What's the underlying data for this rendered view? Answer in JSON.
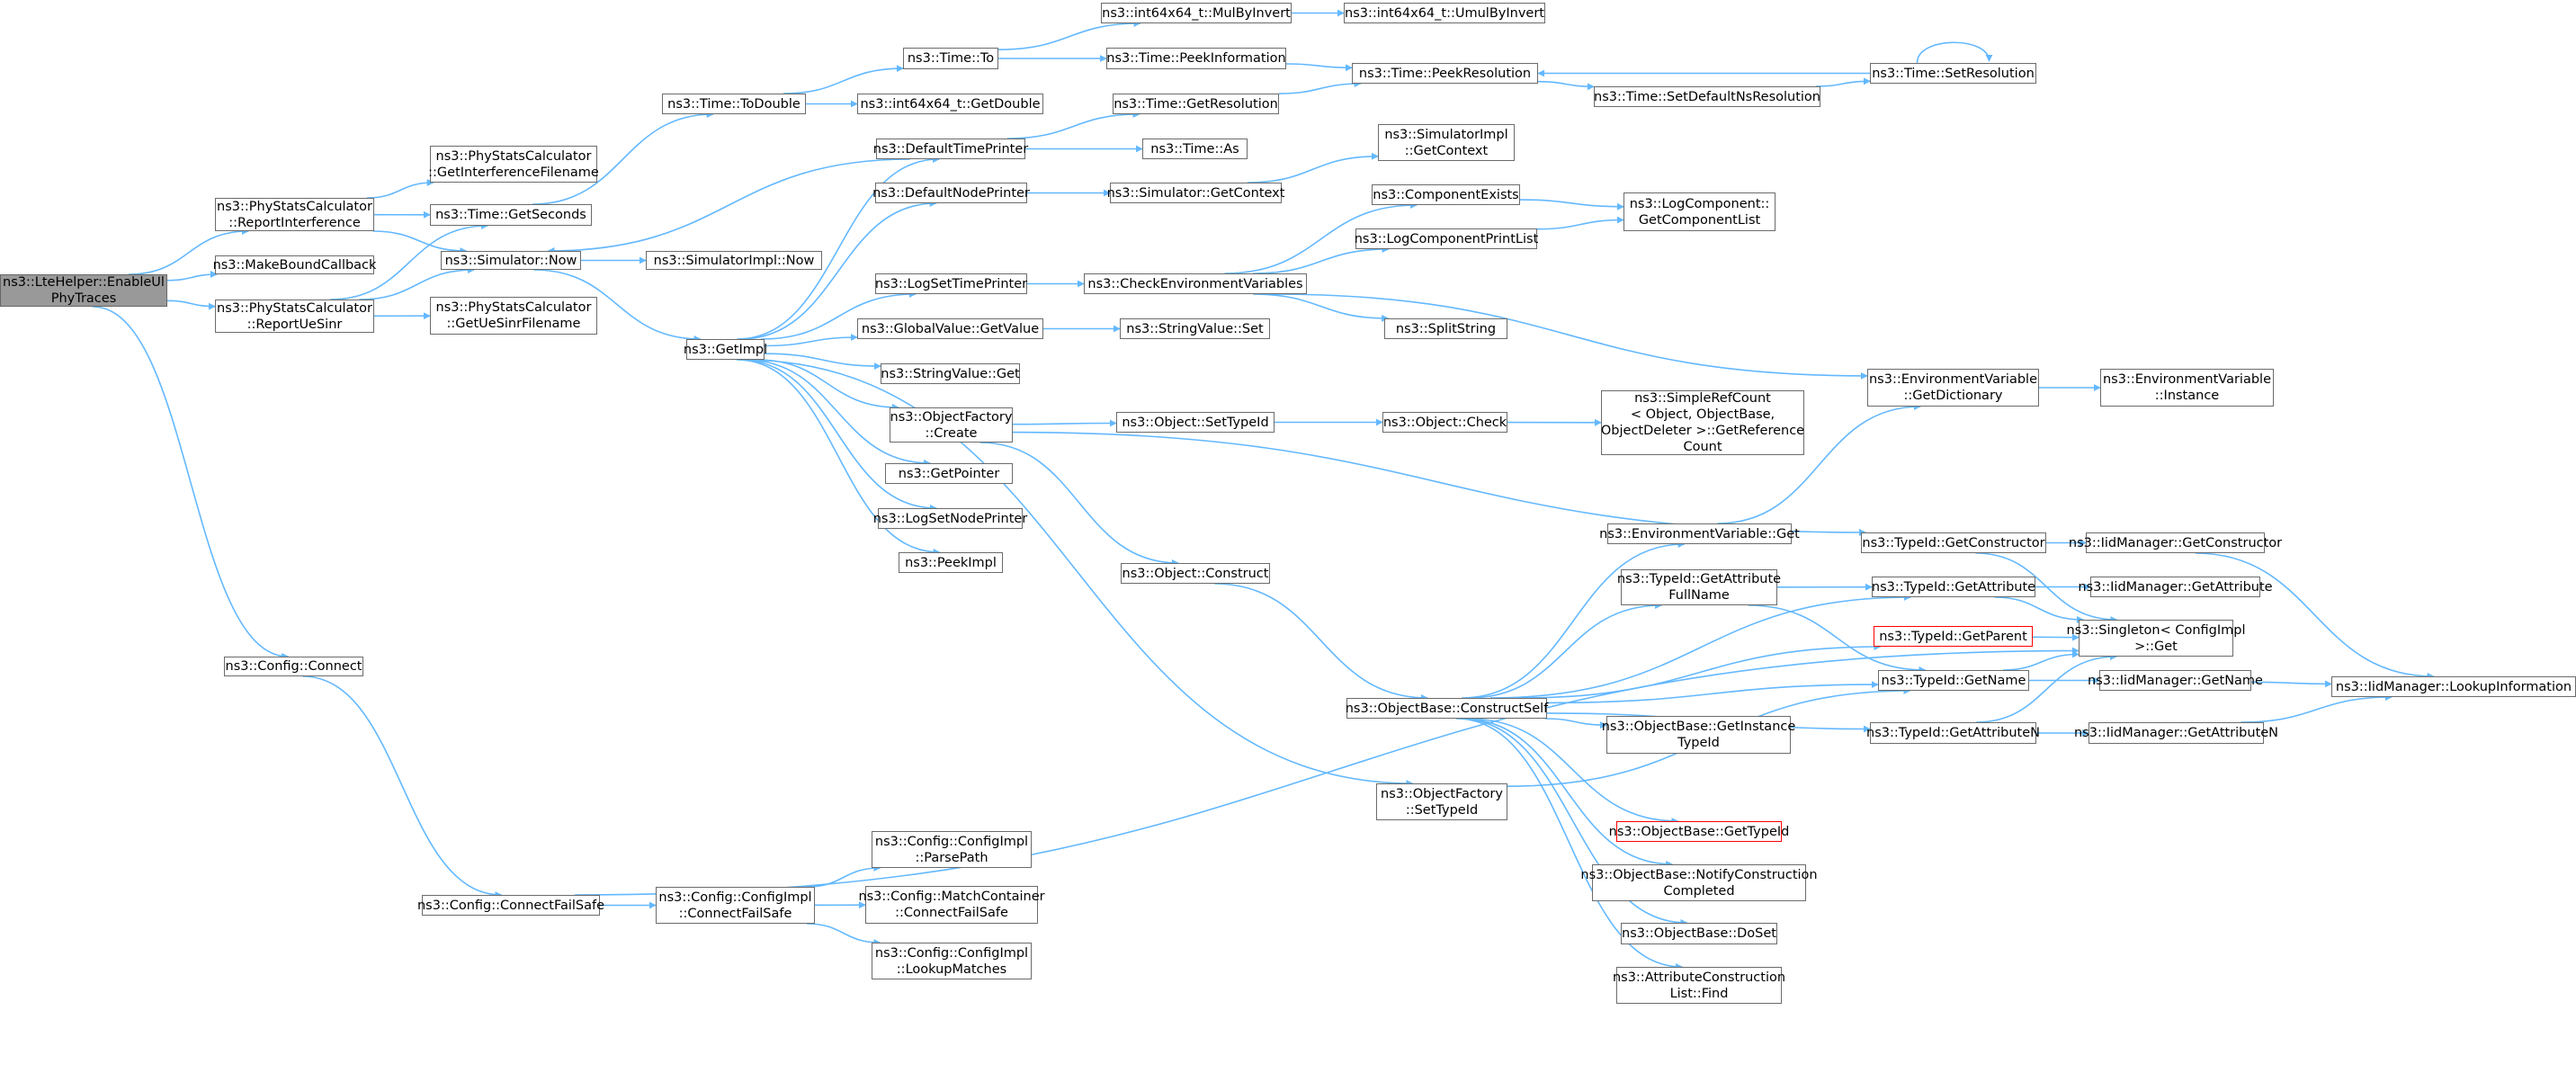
{
  "colors": {
    "edge": "#63b8ff",
    "node_border": "#666666",
    "node_fill": "#ffffff",
    "root_fill": "#999999",
    "truncated_border": "#ff0000"
  },
  "nodes": {
    "root": [
      "ns3::LteHelper::EnableUl",
      "PhyTraces"
    ],
    "psc_report_interference": [
      "ns3::PhyStatsCalculator",
      "::ReportInterference"
    ],
    "make_bound_callback": [
      "ns3::MakeBoundCallback"
    ],
    "psc_report_ue_sinr": [
      "ns3::PhyStatsCalculator",
      "::ReportUeSinr"
    ],
    "config_connect": [
      "ns3::Config::Connect"
    ],
    "psc_get_interference_filename": [
      "ns3::PhyStatsCalculator",
      "::GetInterferenceFilename"
    ],
    "time_get_seconds": [
      "ns3::Time::GetSeconds"
    ],
    "simulator_now": [
      "ns3::Simulator::Now"
    ],
    "psc_get_ue_sinr_filename": [
      "ns3::PhyStatsCalculator",
      "::GetUeSinrFilename"
    ],
    "time_to_double": [
      "ns3::Time::ToDouble"
    ],
    "simulator_impl_now": [
      "ns3::SimulatorImpl::Now"
    ],
    "get_impl": [
      "ns3::GetImpl"
    ],
    "config_connect_fail_safe": [
      "ns3::Config::ConnectFailSafe"
    ],
    "time_to": [
      "ns3::Time::To"
    ],
    "int64_get_double": [
      "ns3::int64x64_t::GetDouble"
    ],
    "default_time_printer": [
      "ns3::DefaultTimePrinter"
    ],
    "default_node_printer": [
      "ns3::DefaultNodePrinter"
    ],
    "log_set_time_printer": [
      "ns3::LogSetTimePrinter"
    ],
    "global_value_get_value": [
      "ns3::GlobalValue::GetValue"
    ],
    "string_value_get": [
      "ns3::StringValue::Get"
    ],
    "object_factory_create": [
      "ns3::ObjectFactory",
      "::Create"
    ],
    "get_pointer": [
      "ns3::GetPointer"
    ],
    "log_set_node_printer": [
      "ns3::LogSetNodePrinter"
    ],
    "peek_impl": [
      "ns3::PeekImpl"
    ],
    "config_impl_connect_fail_safe": [
      "ns3::Config::ConfigImpl",
      "::ConnectFailSafe"
    ],
    "config_impl_parse_path": [
      "ns3::Config::ConfigImpl",
      "::ParsePath"
    ],
    "match_container_connect_fail_safe": [
      "ns3::Config::MatchContainer",
      "::ConnectFailSafe"
    ],
    "config_impl_lookup_matches": [
      "ns3::Config::ConfigImpl",
      "::LookupMatches"
    ],
    "int64_mul_by_invert": [
      "ns3::int64x64_t::MulByInvert"
    ],
    "time_peek_information": [
      "ns3::Time::PeekInformation"
    ],
    "time_get_resolution": [
      "ns3::Time::GetResolution"
    ],
    "time_as": [
      "ns3::Time::As"
    ],
    "simulator_get_context": [
      "ns3::Simulator::GetContext"
    ],
    "check_environment_variables": [
      "ns3::CheckEnvironmentVariables"
    ],
    "string_value_set": [
      "ns3::StringValue::Set"
    ],
    "object_set_type_id": [
      "ns3::Object::SetTypeId"
    ],
    "object_construct": [
      "ns3::Object::Construct"
    ],
    "object_factory_set_type_id": [
      "ns3::ObjectFactory",
      "::SetTypeId"
    ],
    "int64_umul_by_invert": [
      "ns3::int64x64_t::UmulByInvert"
    ],
    "time_peek_resolution": [
      "ns3::Time::PeekResolution"
    ],
    "simulator_impl_get_context": [
      "ns3::SimulatorImpl",
      "::GetContext"
    ],
    "component_exists": [
      "ns3::ComponentExists"
    ],
    "log_component_print_list": [
      "ns3::LogComponentPrintList"
    ],
    "split_string": [
      "ns3::SplitString"
    ],
    "object_check": [
      "ns3::Object::Check"
    ],
    "simple_ref_count_get_reference_count": [
      "ns3::SimpleRefCount",
      "< Object, ObjectBase,",
      "ObjectDeleter >::GetReference",
      "Count"
    ],
    "object_base_construct_self": [
      "ns3::ObjectBase::ConstructSelf"
    ],
    "time_set_default_ns_resolution": [
      "ns3::Time::SetDefaultNsResolution"
    ],
    "time_set_resolution": [
      "ns3::Time::SetResolution"
    ],
    "log_component_get_component_list": [
      "ns3::LogComponent::",
      "GetComponentList"
    ],
    "environment_variable_get": [
      "ns3::EnvironmentVariable::Get"
    ],
    "type_id_get_attribute_full_name": [
      "ns3::TypeId::GetAttribute",
      "FullName"
    ],
    "type_id_get_parent": [
      "ns3::TypeId::GetParent"
    ],
    "type_id_get_name": [
      "ns3::TypeId::GetName"
    ],
    "type_id_get_attribute_n": [
      "ns3::TypeId::GetAttributeN"
    ],
    "object_base_get_instance_type_id": [
      "ns3::ObjectBase::GetInstance",
      "TypeId"
    ],
    "object_base_get_type_id": [
      "ns3::ObjectBase::GetTypeId"
    ],
    "object_base_notify_construction_completed": [
      "ns3::ObjectBase::NotifyConstruction",
      "Completed"
    ],
    "object_base_do_set": [
      "ns3::ObjectBase::DoSet"
    ],
    "attribute_construction_list_find": [
      "ns3::AttributeConstruction",
      "List::Find"
    ],
    "environment_variable_get_dictionary": [
      "ns3::EnvironmentVariable",
      "::GetDictionary"
    ],
    "type_id_get_constructor": [
      "ns3::TypeId::GetConstructor"
    ],
    "type_id_get_attribute": [
      "ns3::TypeId::GetAttribute"
    ],
    "singleton_config_impl_get": [
      "ns3::Singleton< ConfigImpl",
      " >::Get"
    ],
    "environment_variable_instance": [
      "ns3::EnvironmentVariable",
      "::Instance"
    ],
    "iid_manager_get_constructor": [
      "ns3::IidManager::GetConstructor"
    ],
    "iid_manager_get_attribute": [
      "ns3::IidManager::GetAttribute"
    ],
    "iid_manager_get_name": [
      "ns3::IidManager::GetName"
    ],
    "iid_manager_get_attribute_n": [
      "ns3::IidManager::GetAttributeN"
    ],
    "iid_manager_lookup_information": [
      "ns3::IidManager::LookupInformation"
    ]
  },
  "edges": [
    [
      "root",
      "psc_report_interference"
    ],
    [
      "root",
      "make_bound_callback"
    ],
    [
      "root",
      "psc_report_ue_sinr"
    ],
    [
      "root",
      "config_connect"
    ],
    [
      "psc_report_interference",
      "psc_get_interference_filename"
    ],
    [
      "psc_report_interference",
      "time_get_seconds"
    ],
    [
      "psc_report_interference",
      "simulator_now"
    ],
    [
      "psc_report_ue_sinr",
      "time_get_seconds"
    ],
    [
      "psc_report_ue_sinr",
      "simulator_now"
    ],
    [
      "psc_report_ue_sinr",
      "psc_get_ue_sinr_filename"
    ],
    [
      "time_get_seconds",
      "time_to_double"
    ],
    [
      "time_to_double",
      "time_to"
    ],
    [
      "time_to_double",
      "int64_get_double"
    ],
    [
      "time_to",
      "int64_mul_by_invert"
    ],
    [
      "time_to",
      "time_peek_information"
    ],
    [
      "int64_mul_by_invert",
      "int64_umul_by_invert"
    ],
    [
      "time_peek_information",
      "time_peek_resolution"
    ],
    [
      "time_get_resolution",
      "time_peek_resolution"
    ],
    [
      "time_peek_resolution",
      "time_set_default_ns_resolution"
    ],
    [
      "time_set_default_ns_resolution",
      "time_set_resolution"
    ],
    [
      "time_set_resolution",
      "time_peek_resolution"
    ],
    [
      "time_set_resolution",
      "time_set_resolution"
    ],
    [
      "simulator_now",
      "simulator_impl_now"
    ],
    [
      "simulator_now",
      "get_impl"
    ],
    [
      "get_impl",
      "default_time_printer"
    ],
    [
      "get_impl",
      "default_node_printer"
    ],
    [
      "get_impl",
      "log_set_time_printer"
    ],
    [
      "get_impl",
      "global_value_get_value"
    ],
    [
      "get_impl",
      "string_value_get"
    ],
    [
      "get_impl",
      "object_factory_create"
    ],
    [
      "get_impl",
      "get_pointer"
    ],
    [
      "get_impl",
      "log_set_node_printer"
    ],
    [
      "get_impl",
      "peek_impl"
    ],
    [
      "get_impl",
      "object_factory_set_type_id"
    ],
    [
      "default_time_printer",
      "simulator_now"
    ],
    [
      "default_time_printer",
      "time_get_resolution"
    ],
    [
      "default_time_printer",
      "time_as"
    ],
    [
      "default_node_printer",
      "simulator_get_context"
    ],
    [
      "simulator_get_context",
      "simulator_impl_get_context"
    ],
    [
      "log_set_time_printer",
      "check_environment_variables"
    ],
    [
      "check_environment_variables",
      "component_exists"
    ],
    [
      "check_environment_variables",
      "log_component_print_list"
    ],
    [
      "check_environment_variables",
      "split_string"
    ],
    [
      "check_environment_variables",
      "environment_variable_get_dictionary"
    ],
    [
      "component_exists",
      "log_component_get_component_list"
    ],
    [
      "log_component_print_list",
      "log_component_get_component_list"
    ],
    [
      "global_value_get_value",
      "string_value_set"
    ],
    [
      "object_factory_create",
      "object_set_type_id"
    ],
    [
      "object_factory_create",
      "object_construct"
    ],
    [
      "object_factory_create",
      "type_id_get_constructor"
    ],
    [
      "object_set_type_id",
      "object_check"
    ],
    [
      "object_check",
      "simple_ref_count_get_reference_count"
    ],
    [
      "object_construct",
      "object_base_construct_self"
    ],
    [
      "object_base_construct_self",
      "environment_variable_get"
    ],
    [
      "object_base_construct_self",
      "type_id_get_attribute"
    ],
    [
      "object_base_construct_self",
      "type_id_get_attribute_full_name"
    ],
    [
      "object_base_construct_self",
      "type_id_get_parent"
    ],
    [
      "object_base_construct_self",
      "type_id_get_name"
    ],
    [
      "object_base_construct_self",
      "object_base_get_instance_type_id"
    ],
    [
      "object_base_construct_self",
      "type_id_get_attribute_n"
    ],
    [
      "object_base_construct_self",
      "object_base_get_type_id"
    ],
    [
      "object_base_construct_self",
      "object_base_notify_construction_completed"
    ],
    [
      "object_base_construct_self",
      "object_base_do_set"
    ],
    [
      "object_base_construct_self",
      "attribute_construction_list_find"
    ],
    [
      "environment_variable_get",
      "environment_variable_get_dictionary"
    ],
    [
      "environment_variable_get_dictionary",
      "environment_variable_instance"
    ],
    [
      "type_id_get_attribute_full_name",
      "type_id_get_attribute"
    ],
    [
      "type_id_get_attribute_full_name",
      "type_id_get_name"
    ],
    [
      "type_id_get_constructor",
      "iid_manager_get_constructor"
    ],
    [
      "type_id_get_constructor",
      "singleton_config_impl_get"
    ],
    [
      "type_id_get_attribute",
      "iid_manager_get_attribute"
    ],
    [
      "type_id_get_attribute",
      "singleton_config_impl_get"
    ],
    [
      "type_id_get_parent",
      "singleton_config_impl_get"
    ],
    [
      "type_id_get_name",
      "iid_manager_get_name"
    ],
    [
      "type_id_get_name",
      "singleton_config_impl_get"
    ],
    [
      "type_id_get_attribute_n",
      "iid_manager_get_attribute_n"
    ],
    [
      "type_id_get_attribute_n",
      "singleton_config_impl_get"
    ],
    [
      "iid_manager_get_constructor",
      "iid_manager_lookup_information"
    ],
    [
      "iid_manager_get_name",
      "iid_manager_lookup_information"
    ],
    [
      "iid_manager_get_attribute_n",
      "iid_manager_lookup_information"
    ],
    [
      "object_factory_set_type_id",
      "type_id_get_name"
    ],
    [
      "config_connect",
      "config_connect_fail_safe"
    ],
    [
      "config_connect_fail_safe",
      "config_impl_connect_fail_safe"
    ],
    [
      "config_connect_fail_safe",
      "singleton_config_impl_get"
    ],
    [
      "config_impl_connect_fail_safe",
      "config_impl_parse_path"
    ],
    [
      "config_impl_connect_fail_safe",
      "match_container_connect_fail_safe"
    ],
    [
      "config_impl_connect_fail_safe",
      "config_impl_lookup_matches"
    ]
  ]
}
